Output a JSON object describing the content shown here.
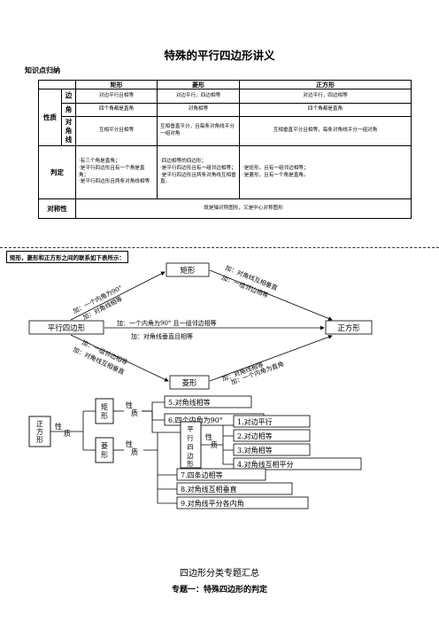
{
  "doc_title": "特殊的平行四边形讲义",
  "section_label": "知识点归纳",
  "table": {
    "headers": [
      "矩形",
      "菱形",
      "正方形"
    ],
    "property_group": "性质",
    "rows": [
      {
        "label": "边",
        "cells": [
          "对边平行且相等",
          "对边平行，四边相等",
          "对边平行，四边相等"
        ]
      },
      {
        "label": "角",
        "cells": [
          "四个角都是直角",
          "对角相等",
          "四个角都是直角"
        ]
      },
      {
        "label": "对角线",
        "cells": [
          "互相平分且相等",
          "互相垂直平分，且每条对角线平分一组对角",
          "互相垂直平分且相等，每条对角线平分一组对角"
        ]
      }
    ],
    "judge_label": "判定",
    "judge": [
      [
        "·有三个角是直角；",
        "·是平行四边形且有一个角是直角；",
        "·是平行四边形且两条对角线相等."
      ],
      [
        "·四边相等的四边形；",
        "·是平行四边形且有一组邻边相等；",
        "·是平行四边形且两条对角线互相垂直。"
      ],
      [
        "·是矩形，且有一组邻边相等；",
        "·是菱形，且有一个角是直角。"
      ]
    ],
    "symmetry_label": "对称性",
    "symmetry_text": "既是轴对称图形，又是中心对称图形"
  },
  "relation_note": "矩形，菱形和正方形之间的联系如下表所示：",
  "flow": {
    "nodes": {
      "rect": "矩形",
      "para": "平行四边形",
      "square": "正方形",
      "rhombus": "菱形"
    },
    "edges": {
      "para_rect": [
        "加：一个内角为90°",
        "加：对角线相等"
      ],
      "rect_square": [
        "加：对角线互相垂直",
        "加：一组邻边相等"
      ],
      "para_square": [
        "加：一个内角为90°  且一组邻边相等",
        "加：对角线垂直且相等"
      ],
      "para_rhombus": [
        "加：一组邻边相等",
        "加：对角线互相垂直"
      ],
      "rhombus_square": [
        "加：对角线相等",
        "加：一个内角为直角"
      ]
    }
  },
  "tree": {
    "root": "正方形",
    "root_prop": "性质",
    "rect": "矩形",
    "rhombus": "菱形",
    "para": "平行四边形",
    "prop": "性质",
    "rect_props": [
      "5.对角线相等",
      "6.四个内角为90°"
    ],
    "para_props": [
      "1.对边平行",
      "2.对边相等",
      "3.对角相等",
      "4.对角线互相平分"
    ],
    "rhombus_props": [
      "7.四条边相等",
      "8.对角线互相垂直",
      "9.对角线平分各内角"
    ]
  },
  "sub_title": "四边形分类专题汇总",
  "topic_title": "专题一：特殊四边形的判定"
}
